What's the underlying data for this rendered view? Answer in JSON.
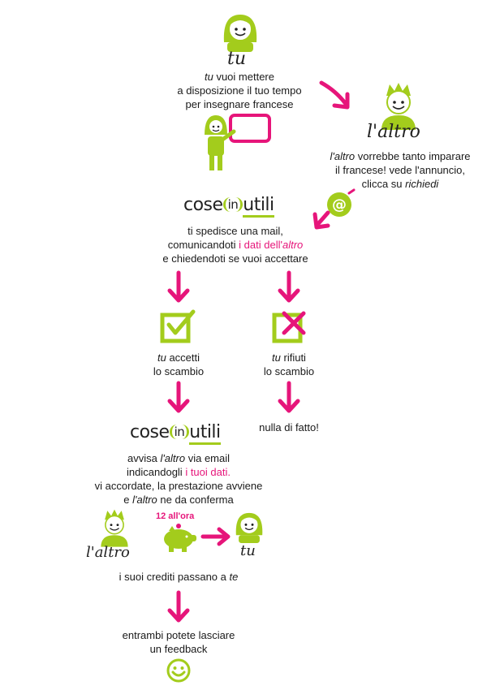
{
  "colors": {
    "green": "#a3cc1c",
    "pink": "#e6157a",
    "text": "#1a1a1a"
  },
  "labels": {
    "tu": "tu",
    "laltro": "l'altro"
  },
  "logo": {
    "left": "cose",
    "mid": "in",
    "right": "utili"
  },
  "step1": {
    "tu": "tu",
    "rest1": " vuoi mettere",
    "line2": "a disposizione il tuo tempo",
    "line3": "per insegnare francese"
  },
  "step2": {
    "laltro": "l'altro",
    "rest1": " vorrebbe tanto imparare",
    "line2": "il francese! vede l'annuncio,",
    "line3a": "clicca su ",
    "richiedi": "richiedi"
  },
  "step3": {
    "line1": "ti spedisce una mail,",
    "line2a": "comunicandoti ",
    "dati": "i dati dell'",
    "dati_altro": "altro",
    "line3": "e chiedendoti se vuoi accettare"
  },
  "accept": {
    "tu": "tu",
    "rest": " accetti",
    "line2": "lo scambio"
  },
  "reject": {
    "tu": "tu",
    "rest": " rifiuti",
    "line2": "lo scambio"
  },
  "nulla": "nulla di fatto!",
  "step4": {
    "line1a": "avvisa ",
    "laltro": "l'altro",
    "line1b": " via email",
    "line2a": "indicandogli ",
    "tuoi": "i tuoi dati.",
    "line3": "vi accordate, la prestazione avviene",
    "line4a": "e ",
    "laltro2": "l'altro",
    "line4b": " ne da conferma"
  },
  "credits": {
    "rate": "12 all'ora",
    "line_a": "i suoi crediti passano a ",
    "te": "te"
  },
  "feedback": {
    "line1": "entrambi potete lasciare",
    "line2": "un feedback"
  }
}
